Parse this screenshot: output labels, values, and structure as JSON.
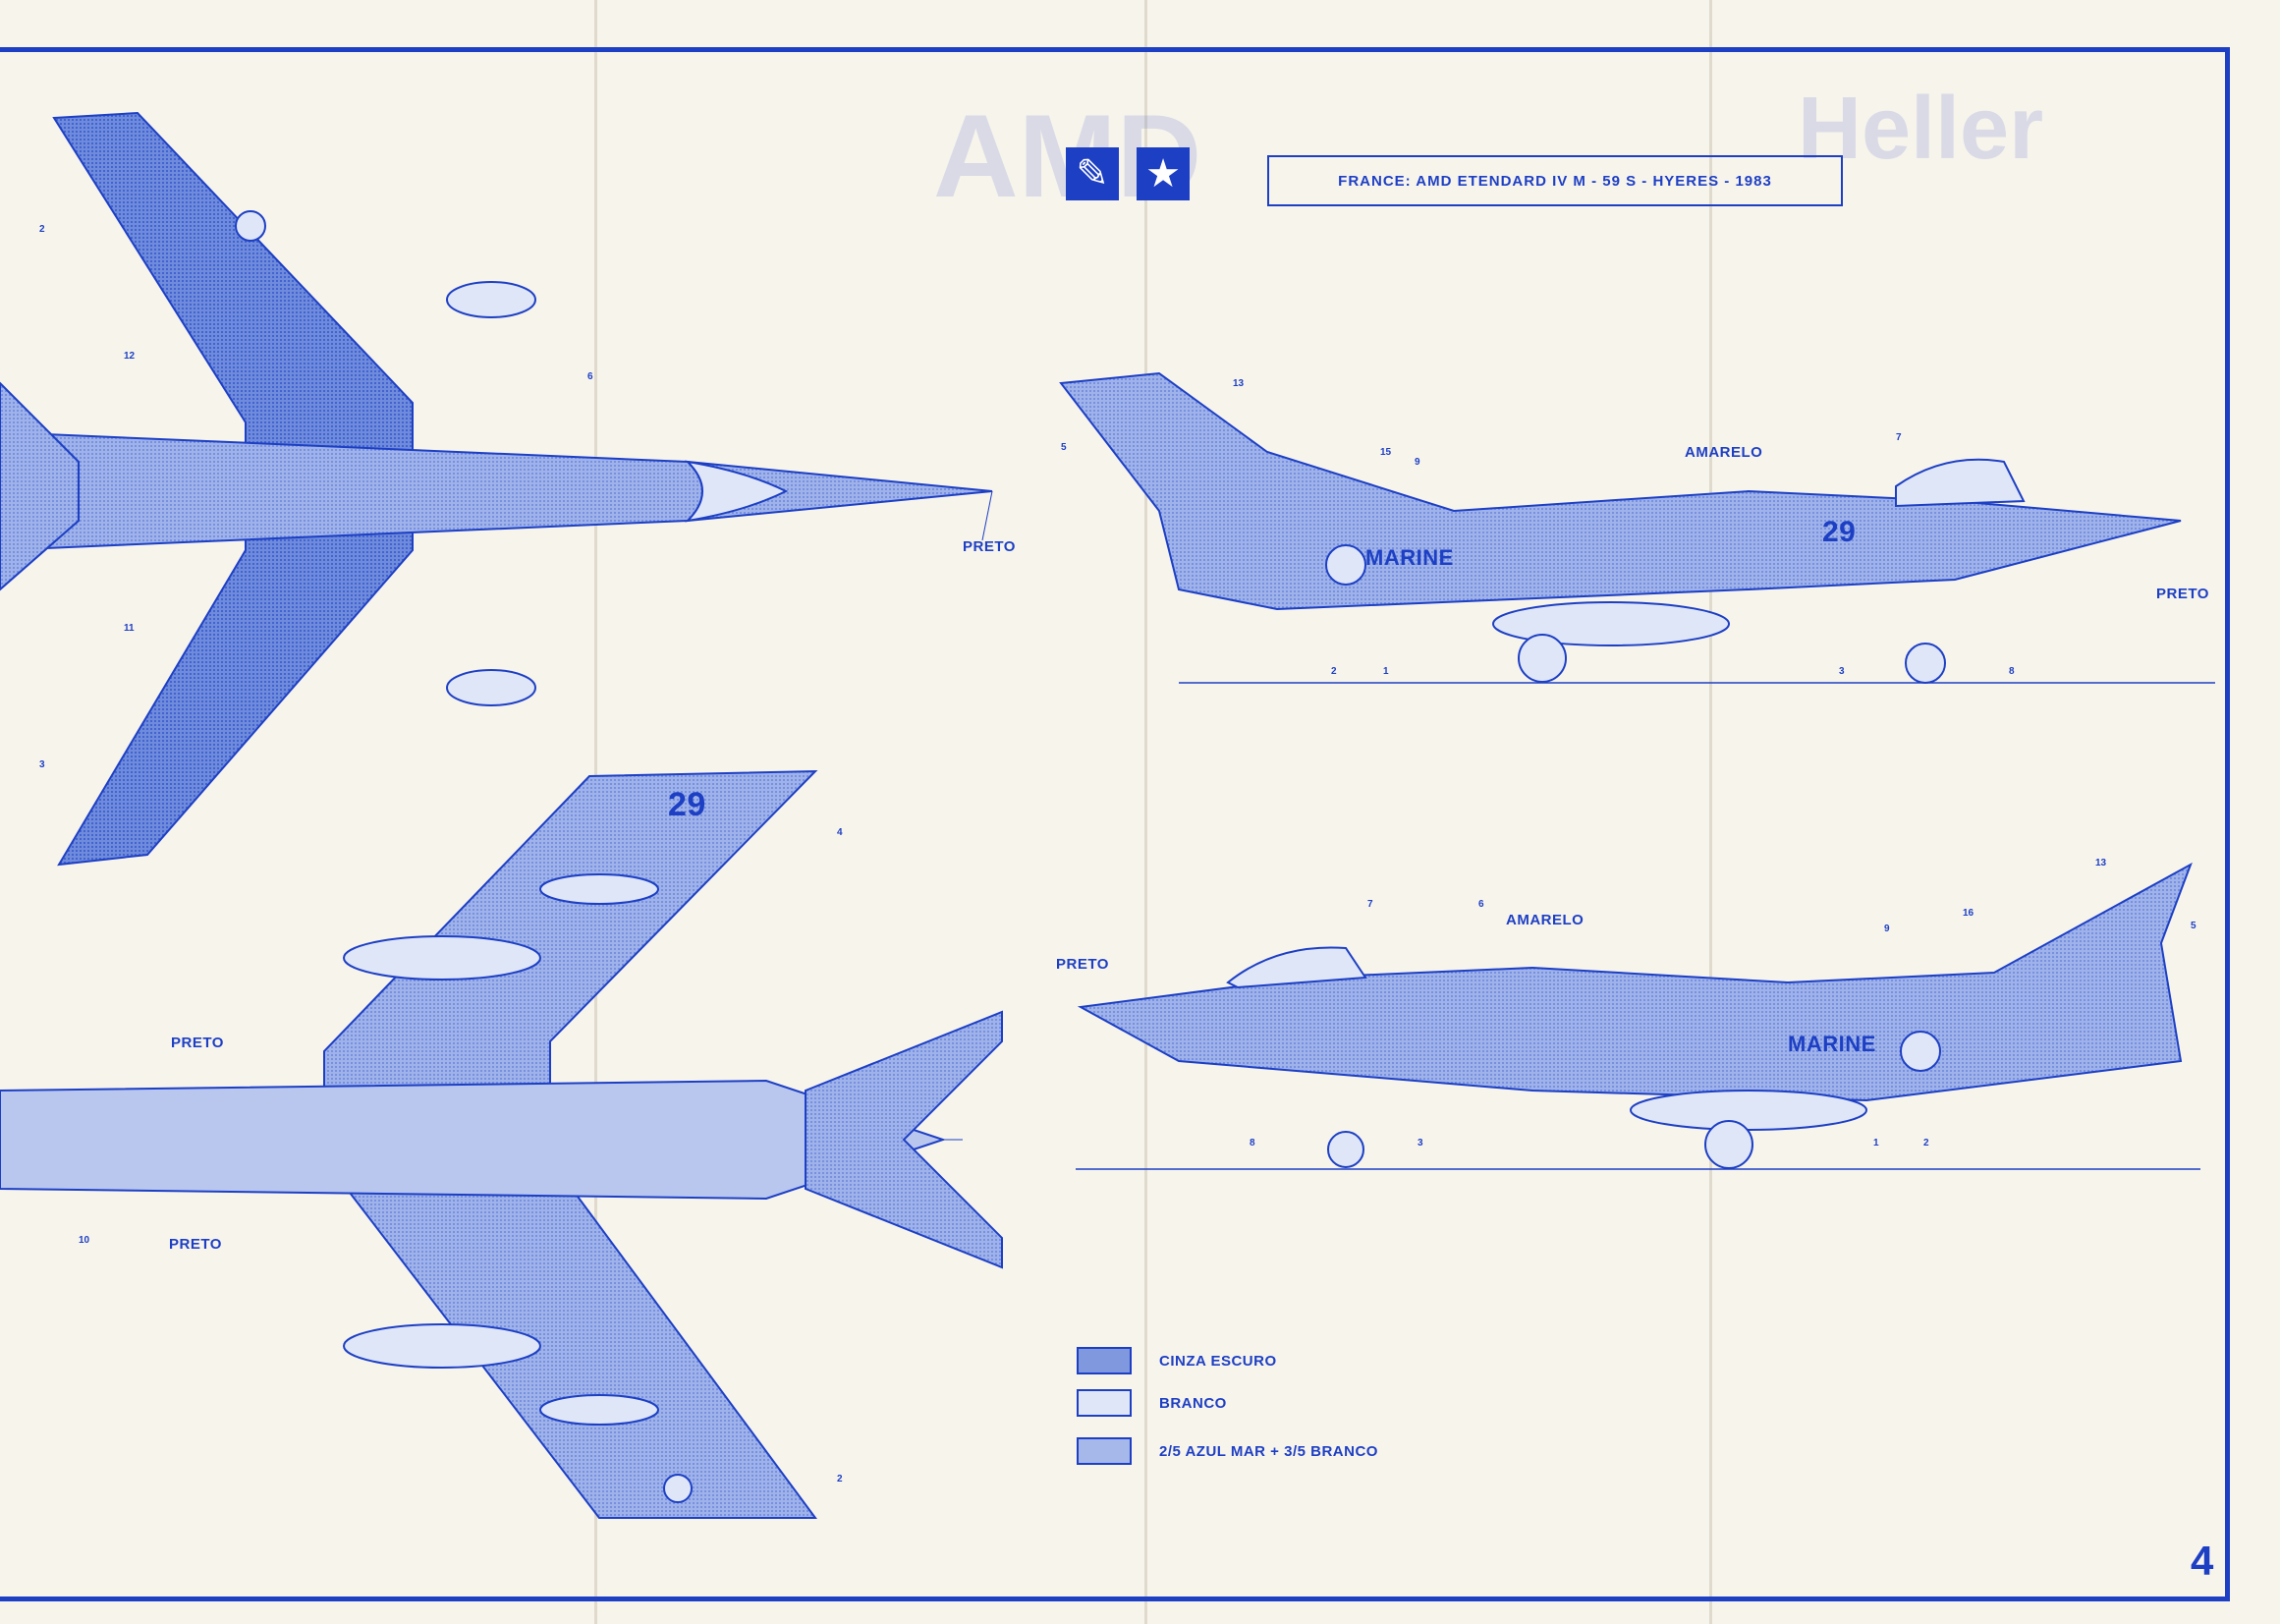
{
  "header": {
    "title": "FRANCE:  AMD  ETENDARD IV M -  59 S  -  HYERES - 1983",
    "logo_left_icon": "brush-icon",
    "logo_right_icon": "star-icon"
  },
  "labels": {
    "preto": "PRETO",
    "amarelo": "AMARELO",
    "marine": "MARINE",
    "aircraft_number": "29"
  },
  "callouts": {
    "c1": "1",
    "c2": "2",
    "c3": "3",
    "c4": "4",
    "c5": "5",
    "c6": "6",
    "c7": "7",
    "c8": "8",
    "c9": "9",
    "c10": "10",
    "c11": "11",
    "c12": "12",
    "c13": "13",
    "c15": "15",
    "c16": "16"
  },
  "legend": [
    {
      "label": "CINZA ESCURO",
      "color": "#7f98de"
    },
    {
      "label": "BRANCO",
      "color": "#dfe6f7"
    },
    {
      "label": "2/5 AZUL MAR + 3/5 BRANCO",
      "color": "#a6b8ea"
    }
  ],
  "page_number": "4",
  "colors": {
    "ink": "#1d3fc4",
    "paper": "#f7f4ec",
    "dark_grey": "#7f98de",
    "light": "#dfe6f7",
    "mid": "#a6b8ea"
  }
}
